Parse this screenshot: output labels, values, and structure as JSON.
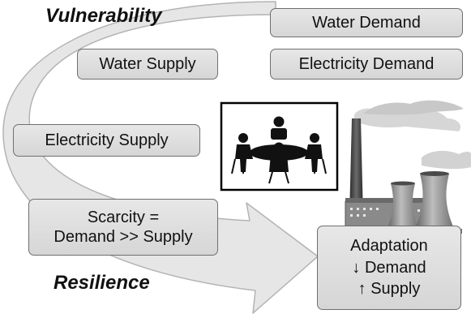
{
  "headings": {
    "top": "Vulnerability",
    "bottom": "Resilience"
  },
  "boxes": {
    "water_demand": "Water Demand",
    "water_supply": "Water Supply",
    "electricity_demand": "Electricity Demand",
    "electricity_supply": "Electricity Supply",
    "scarcity": {
      "line1": "Scarcity =",
      "line2": "Demand >> Supply"
    },
    "adaptation": {
      "line1": "Adaptation",
      "line2": "↓ Demand",
      "line3": "↑ Supply"
    }
  },
  "colors": {
    "box_fill": "#dcdcdc",
    "box_border": "#6f6f6f",
    "arrow_fill": "#e6e6e6",
    "arrow_stroke": "#b4b4b4",
    "plant_dark": "#3c3c3c",
    "plant_light": "#9a9a9a",
    "smoke": "#cfcfcf"
  },
  "icons": {
    "meeting": "meeting-icon",
    "power_plant": "power-plant-icon"
  }
}
